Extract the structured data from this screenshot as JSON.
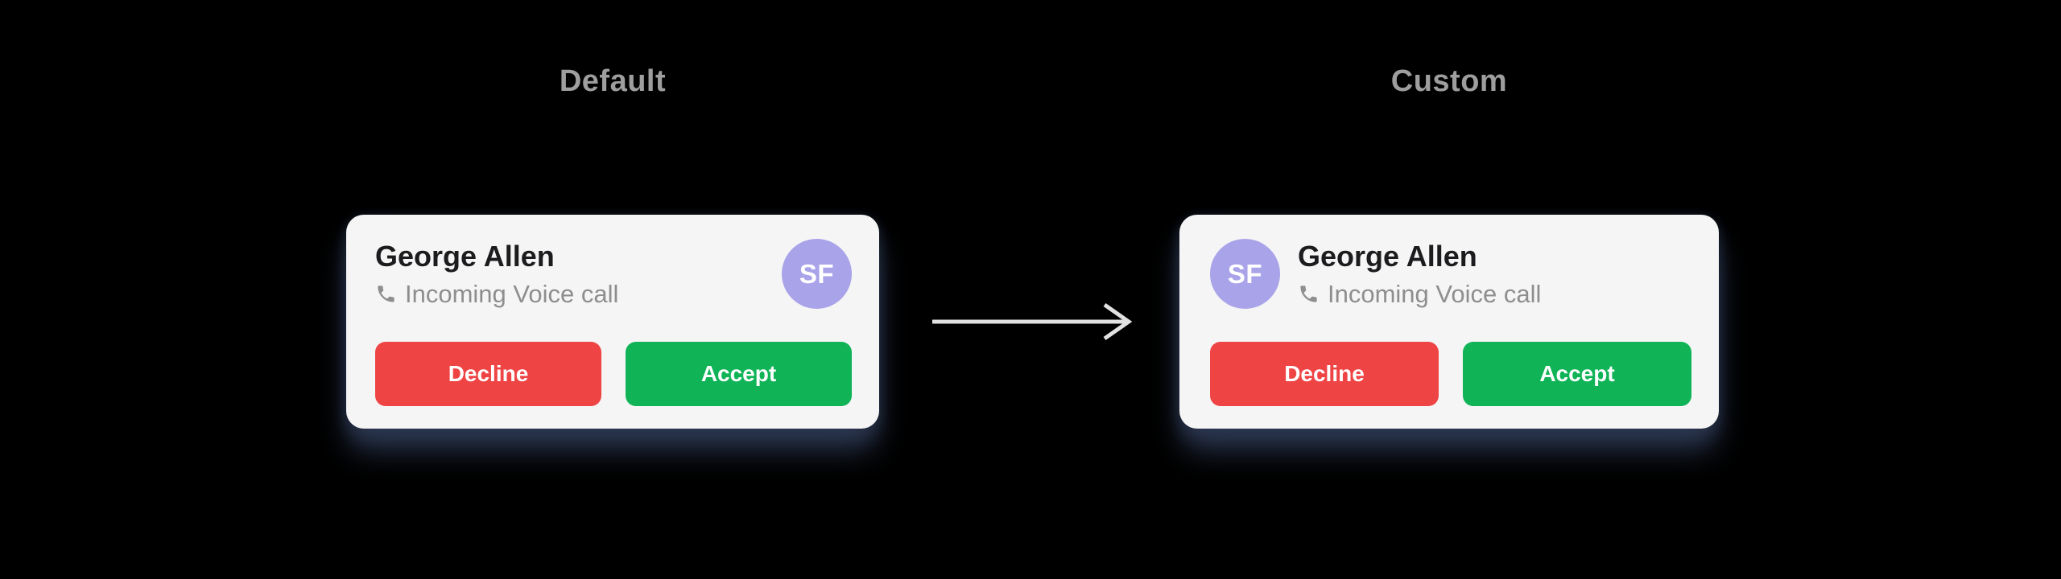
{
  "page": {
    "background": "#000000"
  },
  "sections": {
    "default": {
      "label": "Default",
      "card": {
        "caller_name": "George Allen",
        "call_status": "Incoming Voice call",
        "avatar_initials": "SF",
        "decline_label": "Decline",
        "accept_label": "Accept",
        "avatar_position": "right"
      }
    },
    "custom": {
      "label": "Custom",
      "card": {
        "caller_name": "George Allen",
        "call_status": "Incoming Voice call",
        "avatar_initials": "SF",
        "decline_label": "Decline",
        "accept_label": "Accept",
        "avatar_position": "left"
      }
    }
  },
  "icons": {
    "phone": "phone-handset-icon",
    "arrow": "right-arrow-icon"
  },
  "colors": {
    "background": "#000000",
    "card_bg": "#F5F5F6",
    "name_text": "#1C1C1E",
    "subtitle_text": "#8E8E8E",
    "section_label_text": "#9E9E9E",
    "decline_bg": "#EF4444",
    "accept_bg": "#10B457",
    "avatar_bg": "#A9A3E9",
    "avatar_text": "#FFFFFF",
    "button_text": "#FFFFFF",
    "arrow": "#E2E2E2",
    "card_shadow": "#2C3852"
  }
}
